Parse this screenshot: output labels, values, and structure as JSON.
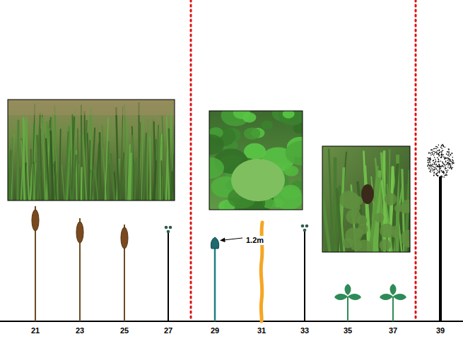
{
  "diagram": {
    "labels": [
      "21",
      "23",
      "25",
      "27",
      "29",
      "31",
      "33",
      "35",
      "37",
      "39",
      "1.2m"
    ]
  }
}
